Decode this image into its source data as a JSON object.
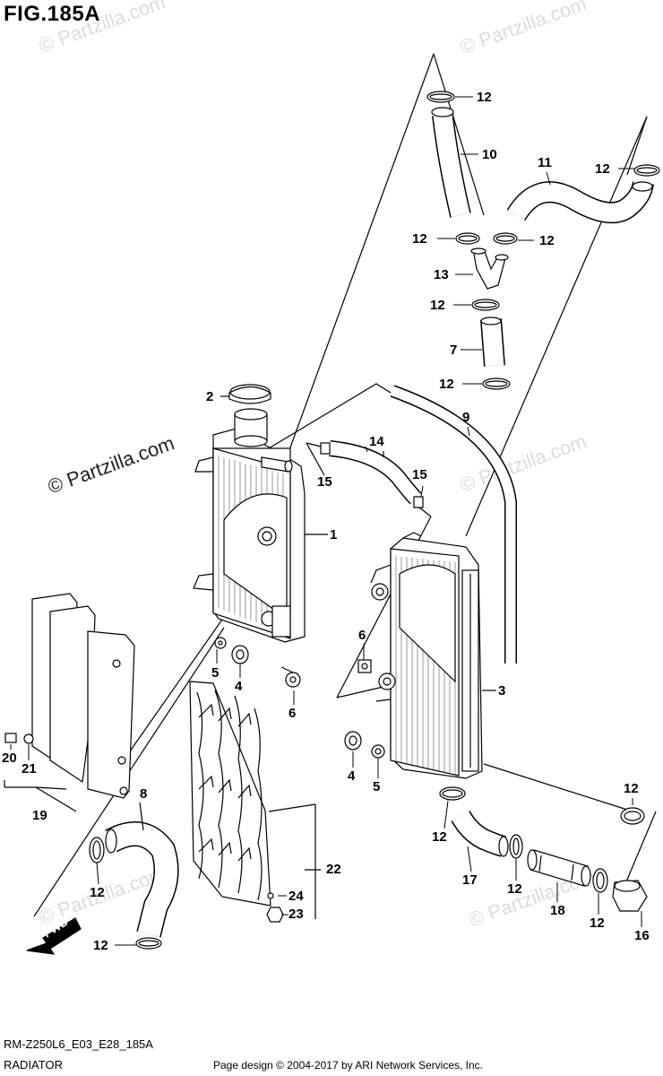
{
  "figure": {
    "title": "FIG.185A",
    "code": "RM-Z250L6_E03_E28_185A",
    "subtitle": "RADIATOR",
    "footer": "Page design © 2004-2017 by ARI Network Services, Inc.",
    "watermark": "© Partzilla.com",
    "fwd_label": "FWD"
  },
  "callouts": [
    "12",
    "10",
    "11",
    "12",
    "12",
    "12",
    "13",
    "12",
    "7",
    "12",
    "2",
    "9",
    "14",
    "15",
    "15",
    "1",
    "3",
    "6",
    "5",
    "4",
    "6",
    "4",
    "5",
    "8",
    "12",
    "12",
    "17",
    "12",
    "18",
    "12",
    "16",
    "12",
    "19",
    "20",
    "21",
    "22",
    "24",
    "23",
    "12"
  ]
}
